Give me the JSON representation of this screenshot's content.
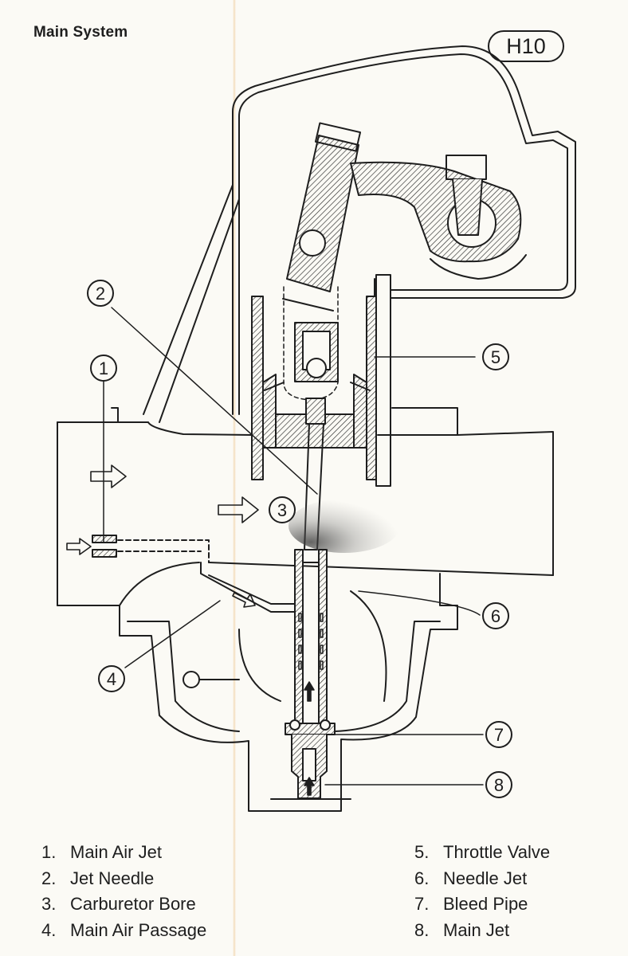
{
  "header": {
    "title": "Main System",
    "figure_id": "H10"
  },
  "callouts": [
    {
      "number": "1"
    },
    {
      "number": "2"
    },
    {
      "number": "3"
    },
    {
      "number": "4"
    },
    {
      "number": "5"
    },
    {
      "number": "6"
    },
    {
      "number": "7"
    },
    {
      "number": "8"
    }
  ],
  "legend": {
    "left": [
      {
        "number": "1.",
        "label": "Main Air Jet"
      },
      {
        "number": "2.",
        "label": "Jet Needle"
      },
      {
        "number": "3.",
        "label": "Carburetor Bore"
      },
      {
        "number": "4.",
        "label": "Main Air Passage"
      }
    ],
    "right": [
      {
        "number": "5.",
        "label": "Throttle Valve"
      },
      {
        "number": "6.",
        "label": "Needle Jet"
      },
      {
        "number": "7.",
        "label": "Bleed Pipe"
      },
      {
        "number": "8.",
        "label": "Main Jet"
      }
    ]
  },
  "colors": {
    "ink": "#1e1e1e",
    "paper": "#fbfaf5",
    "fold": "#ecc48c"
  }
}
